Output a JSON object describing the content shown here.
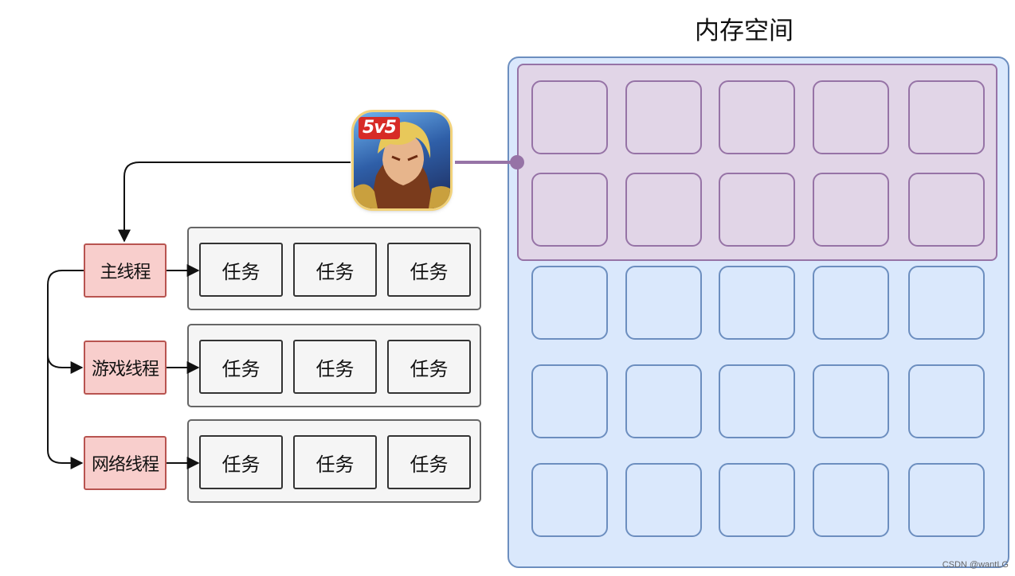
{
  "diagram": {
    "title": "内存空间",
    "app_icon": {
      "icon": "game-app-icon",
      "badge": "5v5"
    },
    "threads": [
      {
        "label": "主线程",
        "tasks": [
          "任务",
          "任务",
          "任务"
        ]
      },
      {
        "label": "游戏线程",
        "tasks": [
          "任务",
          "任务",
          "任务"
        ]
      },
      {
        "label": "网络线程",
        "tasks": [
          "任务",
          "任务",
          "任务"
        ]
      }
    ],
    "memory": {
      "rows": 5,
      "cols": 5,
      "allocated_rows": 2
    },
    "colors": {
      "memory_fill": "#dae8fc",
      "memory_stroke": "#6c8ebf",
      "allocated_fill": "#e1d5e7",
      "allocated_stroke": "#9673a6",
      "thread_fill": "#f8cecc",
      "thread_stroke": "#b85450",
      "task_fill": "#f5f5f5"
    }
  },
  "watermark": "CSDN @wantLG"
}
